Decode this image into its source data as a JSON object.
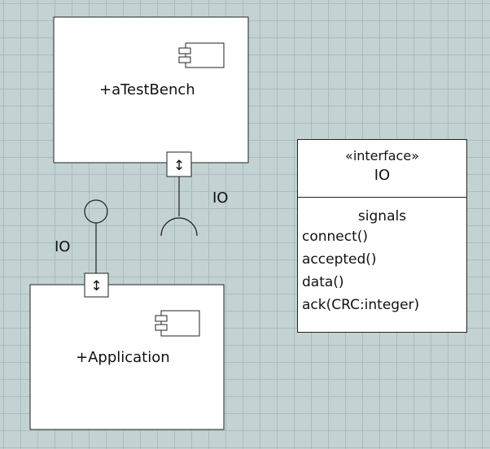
{
  "components": [
    {
      "name": "+aTestBench"
    },
    {
      "name": "+Application"
    }
  ],
  "ports": [
    {
      "symbol": "↕"
    },
    {
      "symbol": "↕"
    }
  ],
  "connector_labels": [
    "IO",
    "IO"
  ],
  "interface": {
    "stereotype": "«interface»",
    "name": "IO",
    "section": "signals",
    "operations": [
      "connect()",
      "accepted()",
      "data()",
      "ack(CRC:integer)"
    ]
  },
  "colors": {
    "background": "#c3d3d3",
    "grid": "#a9bcbc",
    "box_fill": "#ffffff",
    "line": "#222222"
  }
}
